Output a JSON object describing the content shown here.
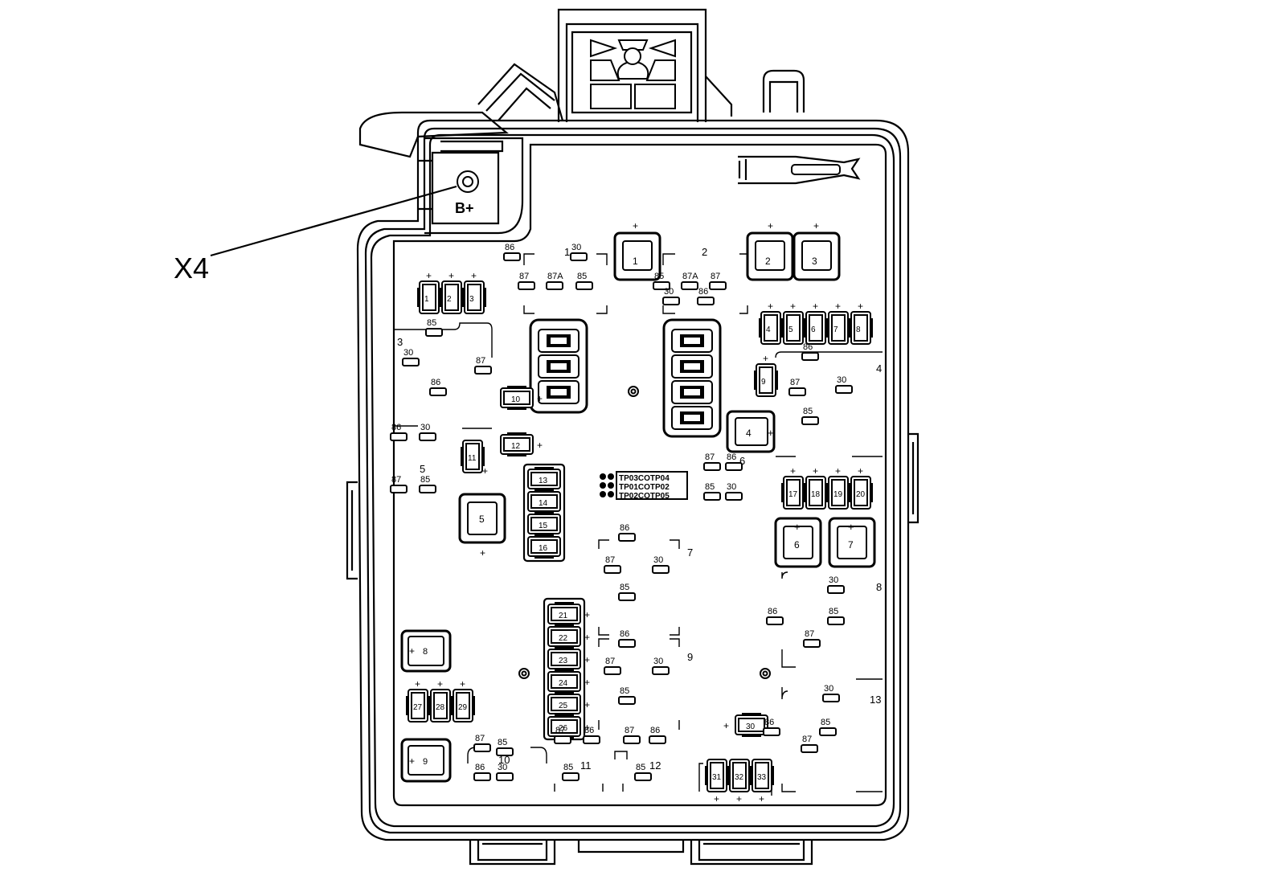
{
  "labels": {
    "callout": "X4",
    "battery_terminal": "B+",
    "part_codes": [
      "TP03COTP04",
      "TP01COTP02",
      "TP02COTP05"
    ]
  },
  "relays": [
    {
      "id": "1",
      "pins": [
        [
          "86",
          "637",
          "319"
        ],
        [
          "30",
          "720",
          "319"
        ],
        [
          "87",
          "655",
          "355"
        ],
        [
          "87A",
          "690",
          "355"
        ],
        [
          "85",
          "727",
          "355"
        ]
      ]
    },
    {
      "id": "2",
      "pins": [
        [
          "85",
          "823",
          "355"
        ],
        [
          "87A",
          "858",
          "355"
        ],
        [
          "87",
          "893",
          "355"
        ],
        [
          "30",
          "835",
          "374"
        ],
        [
          "86",
          "878",
          "374"
        ]
      ]
    },
    {
      "id": "3",
      "pins": [
        [
          "85",
          "540",
          "413"
        ],
        [
          "30",
          "511",
          "450"
        ],
        [
          "87",
          "601",
          "460"
        ],
        [
          "86",
          "545",
          "487"
        ]
      ]
    },
    {
      "id": "4",
      "pins": [
        [
          "86",
          "1008",
          "443"
        ],
        [
          "87",
          "992",
          "487"
        ],
        [
          "30",
          "1050",
          "484"
        ],
        [
          "85",
          "1008",
          "523"
        ]
      ]
    },
    {
      "id": "5",
      "pins": [
        [
          "86",
          "496",
          "543"
        ],
        [
          "30",
          "532",
          "543"
        ],
        [
          "87",
          "496",
          "608"
        ],
        [
          "85",
          "532",
          "608"
        ]
      ]
    },
    {
      "id": "6",
      "pins": [
        [
          "87",
          "886",
          "580"
        ],
        [
          "86",
          "913",
          "580"
        ],
        [
          "85",
          "886",
          "617"
        ],
        [
          "30",
          "913",
          "617"
        ]
      ]
    },
    {
      "id": "7",
      "pins": [
        [
          "86",
          "780",
          "668"
        ],
        [
          "87",
          "762",
          "708"
        ],
        [
          "30",
          "822",
          "708"
        ],
        [
          "85",
          "780",
          "742"
        ]
      ]
    },
    {
      "id": "8",
      "pins": [
        [
          "30",
          "1040",
          "733"
        ],
        [
          "86",
          "964",
          "772"
        ],
        [
          "85",
          "1040",
          "772"
        ],
        [
          "87",
          "1010",
          "800"
        ]
      ]
    },
    {
      "id": "9",
      "pins": [
        [
          "86",
          "780",
          "800"
        ],
        [
          "87",
          "762",
          "834"
        ],
        [
          "30",
          "822",
          "834"
        ],
        [
          "85",
          "780",
          "871"
        ]
      ]
    },
    {
      "id": "10",
      "pins": [
        [
          "87",
          "600",
          "930"
        ],
        [
          "85",
          "628",
          "935"
        ],
        [
          "86",
          "600",
          "966"
        ],
        [
          "30",
          "628",
          "966"
        ]
      ]
    },
    {
      "id": "11",
      "pins": [
        [
          "87",
          "700",
          "920"
        ],
        [
          "86",
          "736",
          "920"
        ],
        [
          "85",
          "710",
          "966"
        ]
      ]
    },
    {
      "id": "12",
      "pins": [
        [
          "87",
          "786",
          "920"
        ],
        [
          "86",
          "818",
          "920"
        ],
        [
          "85",
          "800",
          "966"
        ]
      ]
    },
    {
      "id": "13",
      "pins": [
        [
          "30",
          "1034",
          "868"
        ],
        [
          "86",
          "960",
          "910"
        ],
        [
          "85",
          "1030",
          "910"
        ],
        [
          "87",
          "1007",
          "931"
        ]
      ]
    }
  ],
  "fuses": {
    "top_left": [
      "1",
      "2",
      "3"
    ],
    "top_right": [
      "4",
      "5",
      "6",
      "7",
      "8"
    ],
    "single_9": "9",
    "col_10_12": [
      "10",
      "12"
    ],
    "single_11": "11",
    "column_13_16": [
      "13",
      "14",
      "15",
      "16"
    ],
    "row_17_20": [
      "17",
      "18",
      "19",
      "20"
    ],
    "column_21_26": [
      "21",
      "22",
      "23",
      "24",
      "25",
      "26"
    ],
    "row_27_29": [
      "27",
      "28",
      "29"
    ],
    "single_30": "30",
    "row_31_33": [
      "31",
      "32",
      "33"
    ]
  },
  "big_relays": [
    {
      "id": "1"
    },
    {
      "id": "2"
    },
    {
      "id": "3"
    },
    {
      "id": "4"
    },
    {
      "id": "5"
    },
    {
      "id": "6"
    },
    {
      "id": "7"
    },
    {
      "id": "8"
    },
    {
      "id": "9"
    }
  ],
  "relay_group_numbers": [
    "1",
    "2",
    "3",
    "4",
    "5",
    "6",
    "7",
    "8",
    "9",
    "10",
    "11",
    "12",
    "13"
  ],
  "plus": "+"
}
